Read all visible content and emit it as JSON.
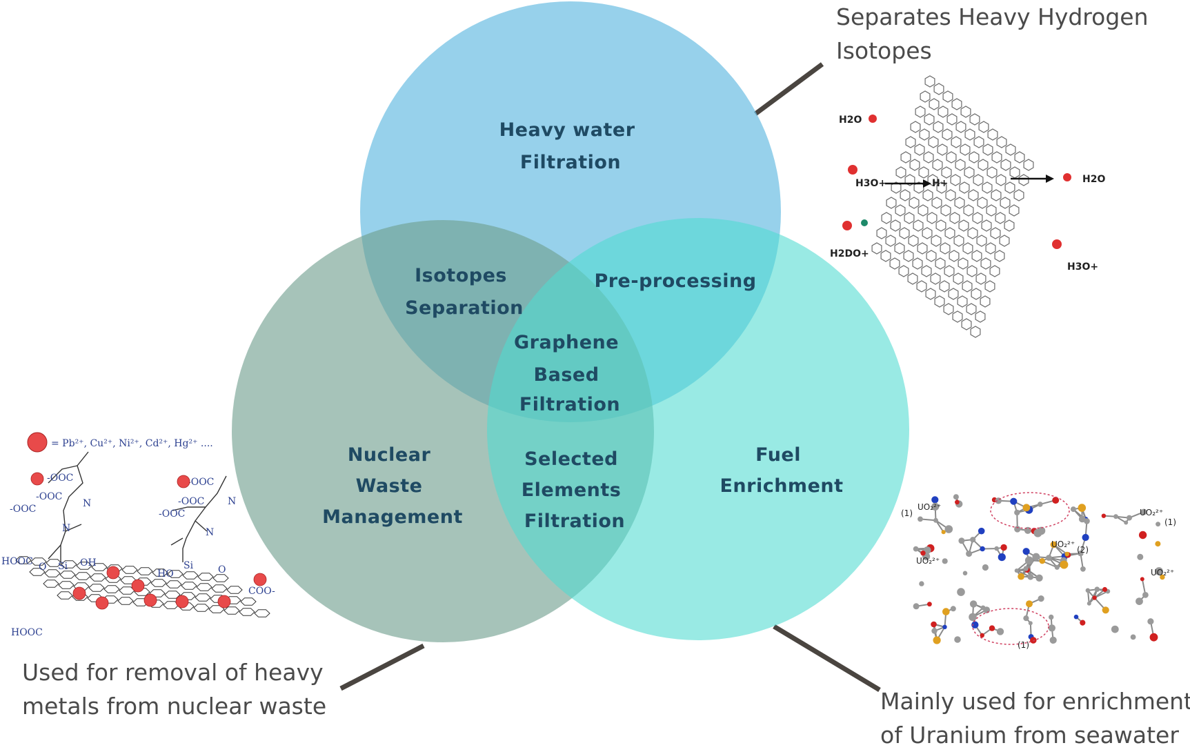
{
  "circles": {
    "top": {
      "label_lines": [
        "Heavy water",
        "Filtration"
      ],
      "color": "#6fbfe3"
    },
    "left": {
      "label_lines": [
        "Nuclear",
        "Waste",
        "Management"
      ],
      "color": "#6f9e8e"
    },
    "right": {
      "label_lines": [
        "Fuel",
        "Enrichment"
      ],
      "color": "#4fdad0"
    }
  },
  "overlaps": {
    "top_left": [
      "Isotopes",
      "Separation"
    ],
    "top_right": [
      "Pre-processing"
    ],
    "left_right": [
      "Selected",
      "Elements",
      "Filtration"
    ],
    "center": [
      "Graphene",
      "Based",
      "Filtration"
    ]
  },
  "captions": {
    "top_right": [
      "Separates Heavy Hydrogen",
      "Isotopes"
    ],
    "bottom_left": [
      "Used for removal of heavy",
      "metals from nuclear waste"
    ],
    "bottom_right": [
      "Mainly used for enrichment",
      "of Uranium from seawater"
    ]
  },
  "illustrations": {
    "isotope": {
      "h2o_in": "H2O",
      "h3o_in": "H3O+",
      "h2do": "H2DO+",
      "proton": "H+",
      "h2o_out": "H2O",
      "h3o_out": "H3O+"
    },
    "metals": {
      "legend": "= Pb²⁺, Cu²⁺,  Ni²⁺, Cd²⁺, Hg²⁺ ....",
      "groups": [
        "-OOC",
        "-OOC",
        "-OOC",
        "-OOC",
        "-OOC",
        "-OOC",
        "HOOC",
        "HOOC",
        "COO-",
        "HO",
        "OH",
        "Si",
        "Si",
        "N",
        "N",
        "N",
        "N",
        "O",
        "O"
      ]
    },
    "uranium": {
      "labels": [
        "UO₂²⁺",
        "(1)",
        "UO₂²⁺",
        "(1)",
        "UO₂²⁺",
        "(2)",
        "UO₂²⁺",
        "UO₂²⁺",
        "(1)"
      ]
    }
  },
  "colors": {
    "label_text": "#1f4a63",
    "connector": "#4a4540",
    "caption_text": "#4a4a4a"
  }
}
